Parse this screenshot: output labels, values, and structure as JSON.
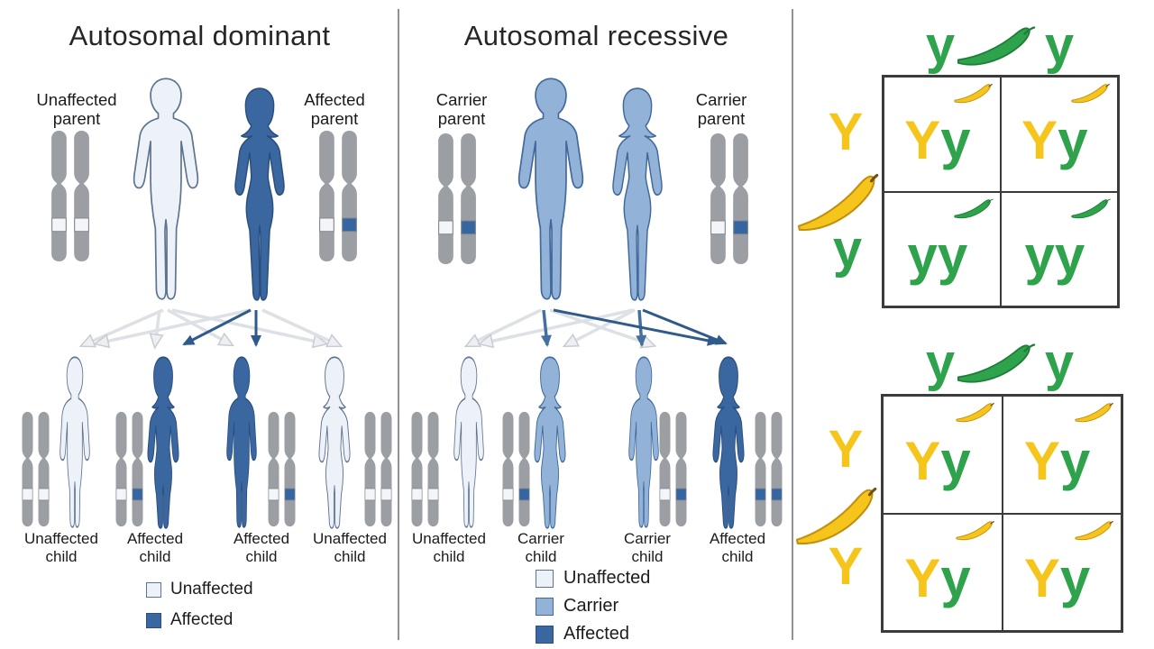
{
  "dominant": {
    "title": "Autosomal dominant",
    "parents": [
      {
        "l1": "Unaffected",
        "l2": "parent",
        "status": "unaffected",
        "sex": "male",
        "bands": "normal,normal"
      },
      {
        "l1": "Affected",
        "l2": "parent",
        "status": "affected",
        "sex": "female",
        "bands": "normal,variant"
      }
    ],
    "children": [
      {
        "l1": "Unaffected",
        "l2": "child",
        "status": "unaffected",
        "sex": "male",
        "bands": "normal,normal"
      },
      {
        "l1": "Affected",
        "l2": "child",
        "status": "affected",
        "sex": "female",
        "bands": "normal,variant"
      },
      {
        "l1": "Affected",
        "l2": "child",
        "status": "affected",
        "sex": "male",
        "bands": "normal,variant"
      },
      {
        "l1": "Unaffected",
        "l2": "child",
        "status": "unaffected",
        "sex": "female",
        "bands": "normal,normal"
      }
    ],
    "legend": [
      {
        "label": "Unaffected",
        "status": "unaffected"
      },
      {
        "label": "Affected",
        "status": "affected"
      }
    ]
  },
  "recessive": {
    "title": "Autosomal recessive",
    "parents": [
      {
        "l1": "Carrier",
        "l2": "parent",
        "status": "carrier",
        "sex": "male",
        "bands": "normal,variant"
      },
      {
        "l1": "Carrier",
        "l2": "parent",
        "status": "carrier",
        "sex": "female",
        "bands": "normal,variant"
      }
    ],
    "children": [
      {
        "l1": "Unaffected",
        "l2": "child",
        "status": "unaffected",
        "sex": "male",
        "bands": "normal,normal"
      },
      {
        "l1": "Carrier",
        "l2": "child",
        "status": "carrier",
        "sex": "female",
        "bands": "normal,variant"
      },
      {
        "l1": "Carrier",
        "l2": "child",
        "status": "carrier",
        "sex": "male",
        "bands": "normal,variant"
      },
      {
        "l1": "Affected",
        "l2": "child",
        "status": "affected",
        "sex": "female",
        "bands": "variant,variant"
      }
    ],
    "legend": [
      {
        "label": "Unaffected",
        "status": "unaffected"
      },
      {
        "label": "Carrier",
        "status": "carrier"
      },
      {
        "label": "Affected",
        "status": "affected"
      }
    ]
  },
  "punnett": {
    "top": {
      "col_headers": [
        "y",
        "y"
      ],
      "row_headers": [
        "Y",
        "y"
      ],
      "top_parent_icon": "green-pod",
      "side_parent_icon": "yellow-pod",
      "cells": [
        {
          "a1": "Y",
          "a2": "y",
          "icon": "yellow-pod"
        },
        {
          "a1": "Y",
          "a2": "y",
          "icon": "yellow-pod"
        },
        {
          "a1": "y",
          "a2": "y",
          "icon": "green-pod"
        },
        {
          "a1": "y",
          "a2": "y",
          "icon": "green-pod"
        }
      ]
    },
    "bottom": {
      "col_headers": [
        "y",
        "y"
      ],
      "row_headers": [
        "Y",
        "Y"
      ],
      "top_parent_icon": "green-pod",
      "side_parent_icon": "yellow-pod",
      "cells": [
        {
          "a1": "Y",
          "a2": "y",
          "icon": "yellow-pod"
        },
        {
          "a1": "Y",
          "a2": "y",
          "icon": "yellow-pod"
        },
        {
          "a1": "Y",
          "a2": "y",
          "icon": "yellow-pod"
        },
        {
          "a1": "Y",
          "a2": "y",
          "icon": "yellow-pod"
        }
      ]
    }
  },
  "colors": {
    "unaffected": "#EDF2F9",
    "unaffected_stroke": "#5E7390",
    "carrier": "#93B2D8",
    "carrier_stroke": "#41699C",
    "affected": "#3A679F",
    "affected_stroke": "#2A4E7E",
    "band_normal": "#F3F5F8",
    "band_variant": "#3566A1",
    "chromosome": "#9B9FA3",
    "allele_Y": "#F6C51C",
    "allele_y": "#2FA24C",
    "arrow_light": "#DDE0E4",
    "arrow_mid": "#44709F",
    "arrow_dark": "#2F5A8C"
  }
}
